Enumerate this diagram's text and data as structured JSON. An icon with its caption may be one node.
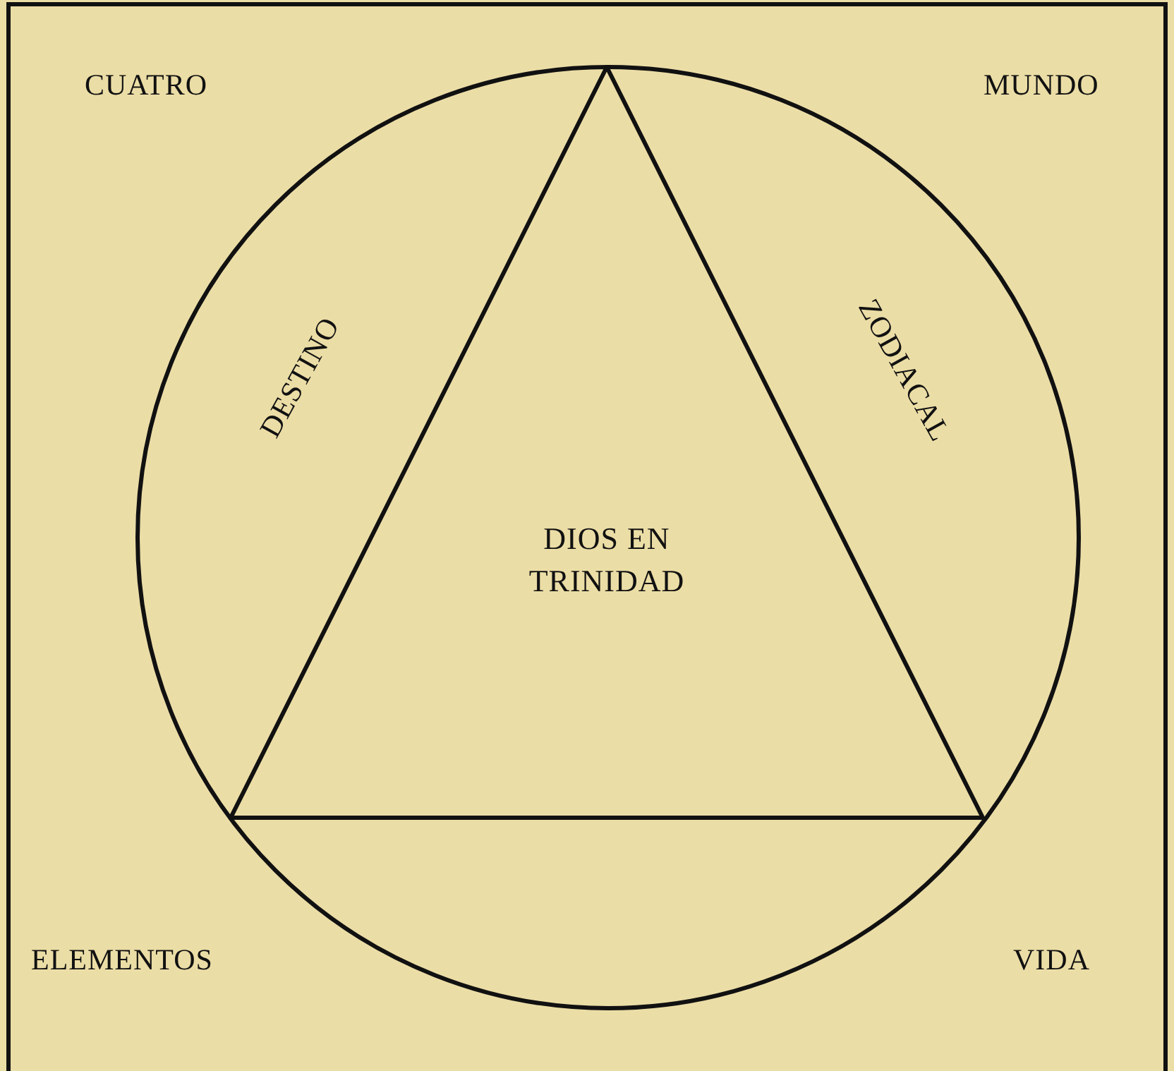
{
  "diagram": {
    "nodes": [
      {
        "text": [],
        "shape": "circle"
      },
      {
        "text": [
          "DIOS EN TRINIDAD"
        ],
        "in": 0
      }
    ],
    "edges": [],
    "labels": [
      "CUATRO",
      "MUNDO",
      "DESTINO",
      "ZODIACAL",
      "ELEMENTOS",
      "VIDA"
    ]
  }
}
